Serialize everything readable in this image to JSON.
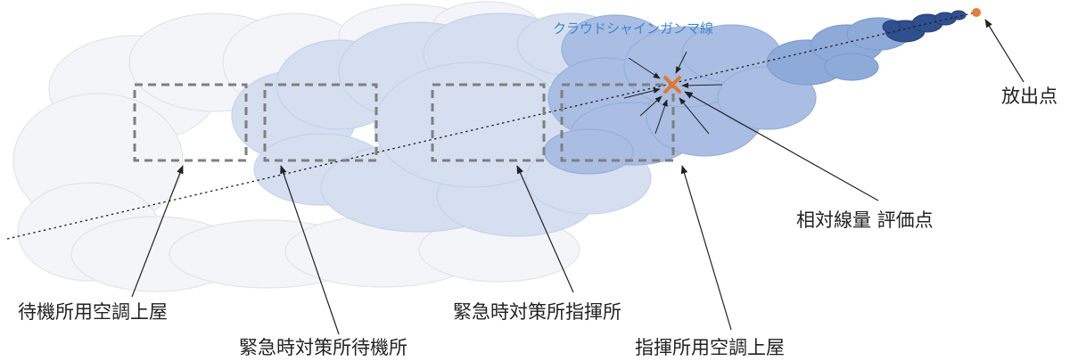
{
  "labels": {
    "gamma": "クラウドシャインガンマ線",
    "release_point": "放出点",
    "eval_point": "相対線量 評価点",
    "hvac_standby": "待機所用空調上屋",
    "ecc_standby": "緊急時対策所待機所",
    "ecc_command": "緊急時対策所指揮所",
    "hvac_command": "指揮所用空調上屋"
  },
  "colors": {
    "plume_faint": "#f5f6fa",
    "plume_light": "#d6e0f1",
    "plume_mid": "#a9bfe2",
    "plume_dark": "#8eaad8",
    "plume_core": "#2e4f8f",
    "box_dash": "#7f7f7f",
    "marker": "#e07a2e",
    "gamma_text": "#3c86d0",
    "line": "#222222"
  }
}
